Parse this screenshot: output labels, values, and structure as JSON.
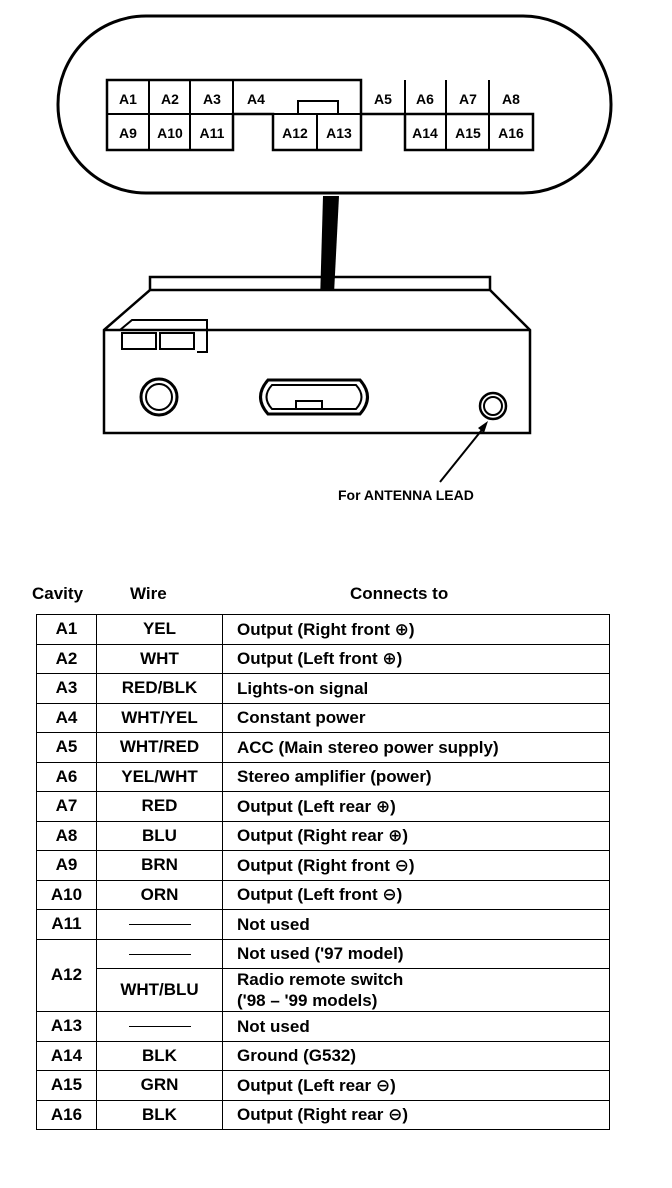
{
  "connector": {
    "top_row": [
      "A1",
      "A2",
      "A3",
      "A4",
      "A5",
      "A6",
      "A7",
      "A8"
    ],
    "bottom_row": [
      "A9",
      "A10",
      "A11",
      "A12",
      "A13",
      "A14",
      "A15",
      "A16"
    ]
  },
  "antenna_label": "For ANTENNA LEAD",
  "table": {
    "headers": {
      "cavity": "Cavity",
      "wire": "Wire",
      "connects": "Connects to"
    },
    "rows": [
      {
        "cavity": "A1",
        "wire": "YEL",
        "connects": "Output (Right front ⊕)"
      },
      {
        "cavity": "A2",
        "wire": "WHT",
        "connects": "Output (Left front ⊕)"
      },
      {
        "cavity": "A3",
        "wire": "RED/BLK",
        "connects": "Lights-on signal"
      },
      {
        "cavity": "A4",
        "wire": "WHT/YEL",
        "connects": "Constant power"
      },
      {
        "cavity": "A5",
        "wire": "WHT/RED",
        "connects": "ACC (Main stereo power supply)"
      },
      {
        "cavity": "A6",
        "wire": "YEL/WHT",
        "connects": "Stereo amplifier (power)"
      },
      {
        "cavity": "A7",
        "wire": "RED",
        "connects": "Output (Left rear ⊕)"
      },
      {
        "cavity": "A8",
        "wire": "BLU",
        "connects": "Output (Right rear ⊕)"
      },
      {
        "cavity": "A9",
        "wire": "BRN",
        "connects": "Output (Right front ⊖)"
      },
      {
        "cavity": "A10",
        "wire": "ORN",
        "connects": "Output (Left front ⊖)"
      },
      {
        "cavity": "A11",
        "wire": "",
        "connects": "Not used"
      },
      {
        "cavity": "A12",
        "wire": "",
        "connects": "Not used ('97 model)"
      },
      {
        "wire": "WHT/BLU",
        "connects_line1": "Radio remote switch",
        "connects_line2": "('98 – '99 models)"
      },
      {
        "cavity": "A13",
        "wire": "",
        "connects": "Not used"
      },
      {
        "cavity": "A14",
        "wire": "BLK",
        "connects": "Ground (G532)"
      },
      {
        "cavity": "A15",
        "wire": "GRN",
        "connects": "Output (Left rear ⊖)"
      },
      {
        "cavity": "A16",
        "wire": "BLK",
        "connects": "Output (Right rear ⊖)"
      }
    ]
  }
}
